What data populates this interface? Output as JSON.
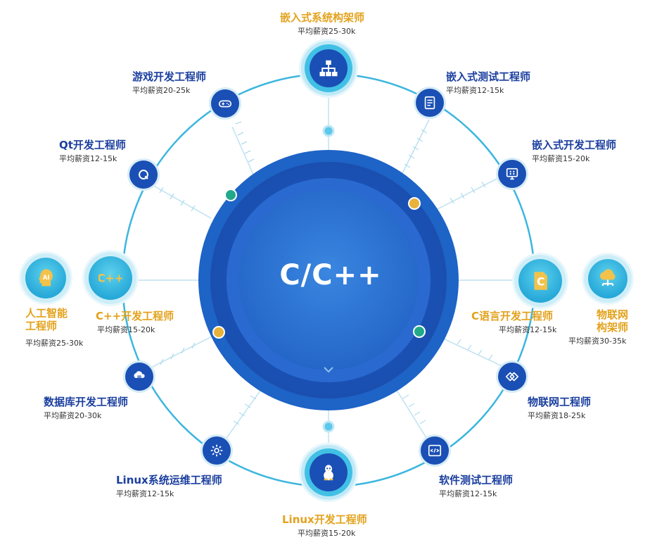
{
  "center": {
    "label": "C/C++"
  },
  "colors": {
    "navy": "#1b3f9f",
    "gold": "#e3a21c",
    "ring": "#3bb6de",
    "hub": "#1a4fb5"
  },
  "roles": [
    {
      "id": "embedded-architect",
      "title": "嵌入式系统构架师",
      "salary": "平均薪资25-30k",
      "icon": "sitemap-icon"
    },
    {
      "id": "embedded-test-engineer",
      "title": "嵌入式测试工程师",
      "salary": "平均薪资12-15k",
      "icon": "document-icon"
    },
    {
      "id": "embedded-dev-engineer",
      "title": "嵌入式开发工程师",
      "salary": "平均薪资15-20k",
      "icon": "monitor-icon"
    },
    {
      "id": "c-language-engineer",
      "title": "C语言开发工程师",
      "salary": "平均薪资12-15k",
      "icon": "c-file-icon"
    },
    {
      "id": "iot-architect",
      "title": "物联网\n构架师",
      "salary": "平均薪资30-35k",
      "icon": "cloud-network-icon"
    },
    {
      "id": "iot-engineer",
      "title": "物联网工程师",
      "salary": "平均薪资18-25k",
      "icon": "link-icon"
    },
    {
      "id": "software-test-engineer",
      "title": "软件测试工程师",
      "salary": "平均薪资12-15k",
      "icon": "code-icon"
    },
    {
      "id": "linux-dev-engineer",
      "title": "Linux开发工程师",
      "salary": "平均薪资15-20k",
      "icon": "linux-penguin-icon"
    },
    {
      "id": "linux-ops-engineer",
      "title": "Linux系统运维工程师",
      "salary": "平均薪资12-15k",
      "icon": "gear-icon"
    },
    {
      "id": "database-engineer",
      "title": "数据库开发工程师",
      "salary": "平均薪资20-30k",
      "icon": "database-icon"
    },
    {
      "id": "ai-engineer",
      "title": "人工智能\n工程师",
      "salary": "平均薪资25-30k",
      "icon": "ai-head-icon"
    },
    {
      "id": "cpp-engineer",
      "title": "C++开发工程师",
      "salary": "平均薪资15-20k",
      "icon": "cpp-icon"
    },
    {
      "id": "qt-engineer",
      "title": "Qt开发工程师",
      "salary": "平均薪资12-15k",
      "icon": "qt-icon"
    },
    {
      "id": "game-dev-engineer",
      "title": "游戏开发工程师",
      "salary": "平均薪资20-25k",
      "icon": "gamepad-icon"
    }
  ]
}
